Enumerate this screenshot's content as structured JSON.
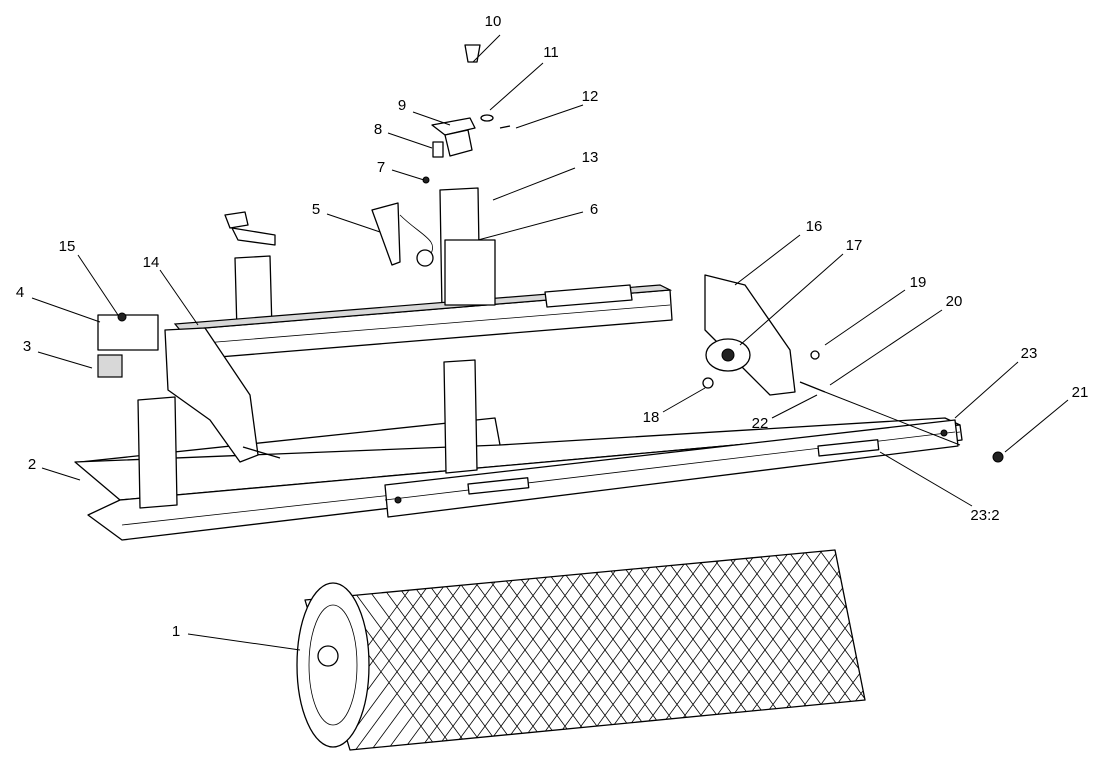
{
  "diagram": {
    "title": "Exploded parts view - roller attachment",
    "callouts": [
      {
        "id": "c10",
        "label": "10"
      },
      {
        "id": "c11",
        "label": "11"
      },
      {
        "id": "c12",
        "label": "12"
      },
      {
        "id": "c9",
        "label": "9"
      },
      {
        "id": "c8",
        "label": "8"
      },
      {
        "id": "c13",
        "label": "13"
      },
      {
        "id": "c7",
        "label": "7"
      },
      {
        "id": "c5",
        "label": "5"
      },
      {
        "id": "c6",
        "label": "6"
      },
      {
        "id": "c16",
        "label": "16"
      },
      {
        "id": "c17",
        "label": "17"
      },
      {
        "id": "c15",
        "label": "15"
      },
      {
        "id": "c14",
        "label": "14"
      },
      {
        "id": "c4",
        "label": "4"
      },
      {
        "id": "c19",
        "label": "19"
      },
      {
        "id": "c20",
        "label": "20"
      },
      {
        "id": "c3",
        "label": "3"
      },
      {
        "id": "c23",
        "label": "23"
      },
      {
        "id": "c21",
        "label": "21"
      },
      {
        "id": "c18",
        "label": "18"
      },
      {
        "id": "c22",
        "label": "22"
      },
      {
        "id": "c2",
        "label": "2"
      },
      {
        "id": "c23-2",
        "label": "23:2"
      },
      {
        "id": "c1",
        "label": "1"
      }
    ]
  }
}
